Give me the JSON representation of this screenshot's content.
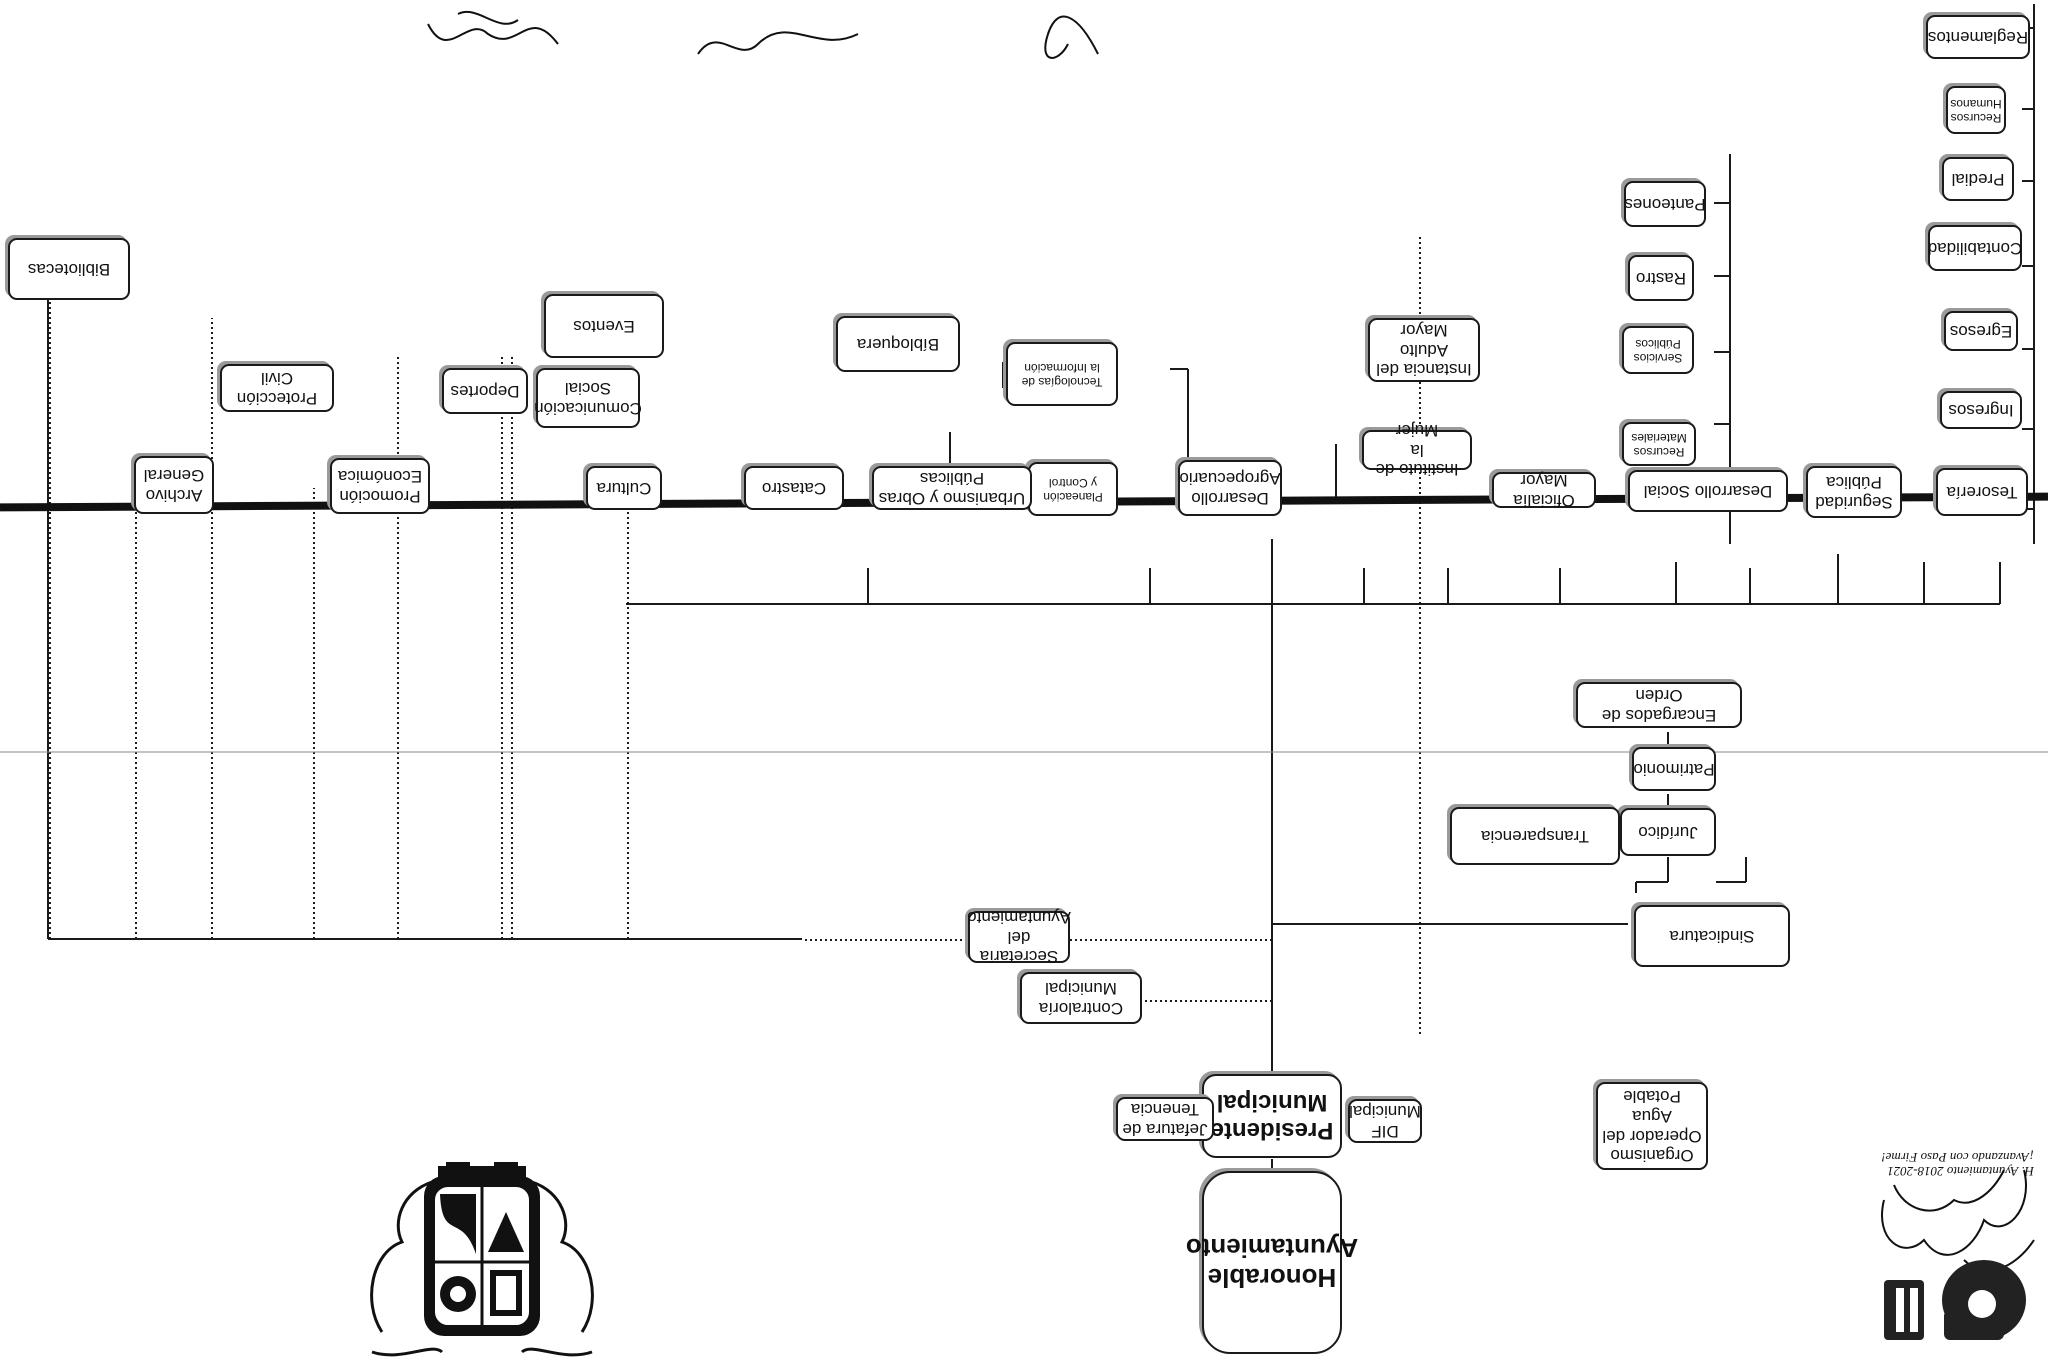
{
  "document": {
    "honorable": "Honorable\nAyuntamiento",
    "presidente": "Presidente\nMunicipal",
    "dif": "DIF\nMunicipal",
    "jefatura": "Jefatura de\nTenencia",
    "contraloria": "Contraloría\nMunicipal",
    "secretaria": "Secretaría del\nAyuntamiento",
    "sindicatura": "Sindicatura",
    "juridico": "Jurídico",
    "transparencia": "Transparencia",
    "patrimonio": "Patrimonio",
    "encargados": "Encargados de Orden",
    "tesoreria": "Tesorería",
    "seguridad": "Seguridad\nPública",
    "desarrollo_social": "Desarrollo Social",
    "oficialia": "Oficialía Mayor",
    "instituto_mujer": "Instituto de la\nMujer",
    "desarrollo_agro": "Desarrollo\nAgropecuario",
    "planeacion": "Planeación\ny Control",
    "urbanismo": "Urbanismo y Obras\nPúblicas",
    "catastro": "Catastro",
    "cultura": "Cultura",
    "promocion": "Promoción\nEconómica",
    "archivo": "Archivo\nGeneral",
    "ingresos": "Ingresos",
    "egresos": "Egresos",
    "contabilidad": "Contabilidad",
    "predial": "Predial",
    "recursos_humanos": "Recursos\nHumanos",
    "reglamentos": "Reglamentos",
    "recursos_materiales": "Recursos\nMateriales",
    "servicios_publicos": "Servicios\nPúblicos",
    "rastro": "Rastro",
    "panteones": "Panteones",
    "instancia_adulto": "Instancia del\nAdulto Mayor",
    "tecnologias": "Tecnologías de\nla Información",
    "biblioteca_virtual": "Bíbloquera",
    "comunicacion": "Comunicación\nSocial",
    "eventos": "Eventos",
    "deportes": "Deportes",
    "proteccion_civil": "Protección Civil",
    "bibliotecas": "Bibliotecas",
    "organismo_agua": "Organismo\nOperador del\nAgua Potable",
    "logo_caption": "H. Ayuntamiento 2018-2021\n¡Avanzando con Paso Firme!"
  },
  "colors": {
    "line": "#1a1a1a",
    "scan_band": "#111111",
    "shadow": "#9a9a9a"
  },
  "icons": [
    "coat-of-arms-icon",
    "municipal-logo-icon",
    "signature-icon"
  ]
}
